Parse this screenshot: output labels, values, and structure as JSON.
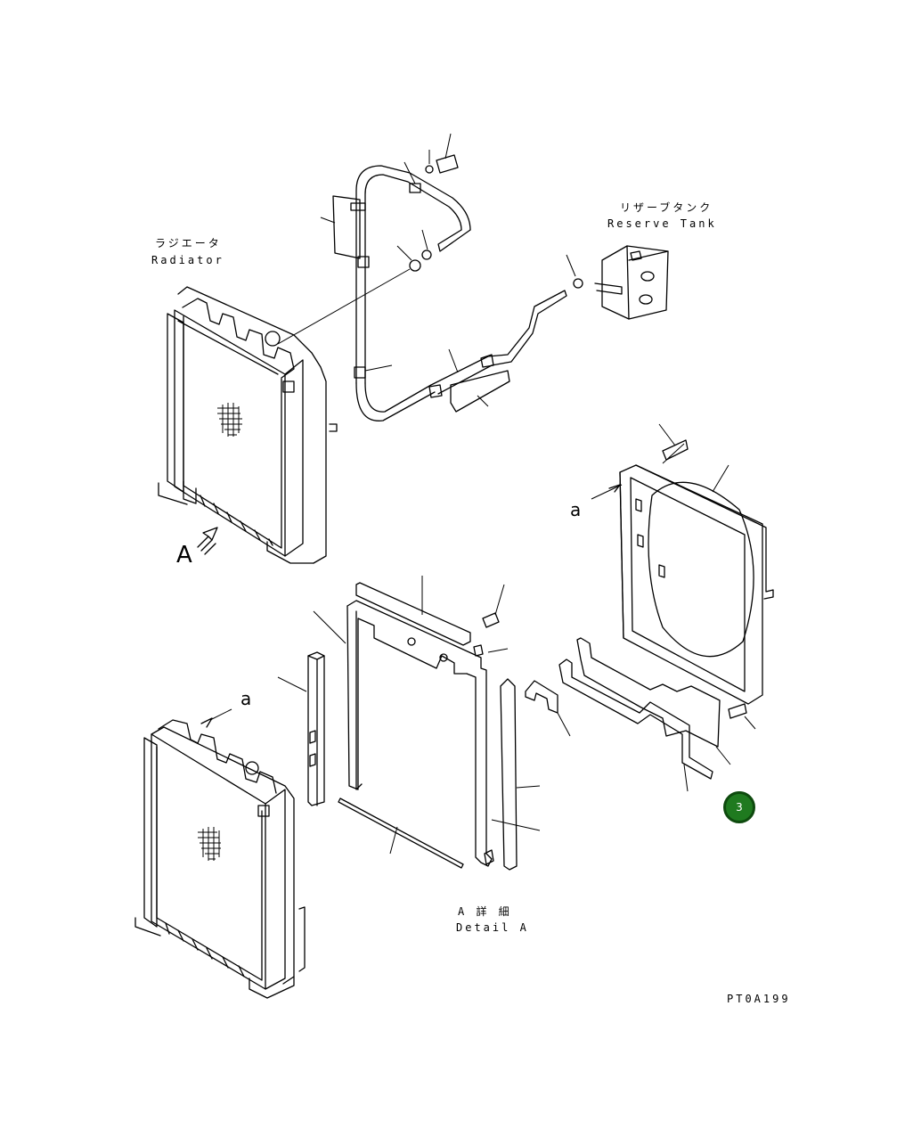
{
  "labels": {
    "radiator_jp": "ラジエータ",
    "radiator_en": "Radiator",
    "reserve_tank_jp": "リザーブタンク",
    "reserve_tank_en": "Reserve Tank",
    "view_marker": "A",
    "ref_a_top": "a",
    "ref_a_bottom": "a",
    "detail_jp": "A 詳 細",
    "detail_en": "Detail A",
    "drawing_code": "PT0A199"
  },
  "callout": {
    "number": "3",
    "color": "#1f7a1f"
  }
}
